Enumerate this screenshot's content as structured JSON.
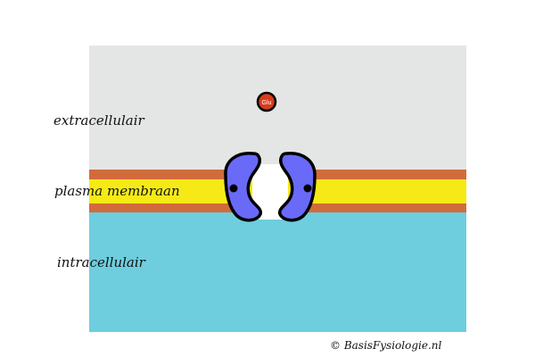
{
  "labels": {
    "extracellular": "extracellulair",
    "membrane": "plasma membraan",
    "intracellular": "intracellulair"
  },
  "molecule": {
    "label": "Glu"
  },
  "copyright": "© BasisFysiologie.nl",
  "colors": {
    "extracellular": "#e4e6e6",
    "intracellular": "#6ecede",
    "membrane_core": "#f5ea16",
    "membrane_edge": "#d26b3b",
    "transporter": "#6a6af8",
    "molecule": "#d83c1c"
  }
}
